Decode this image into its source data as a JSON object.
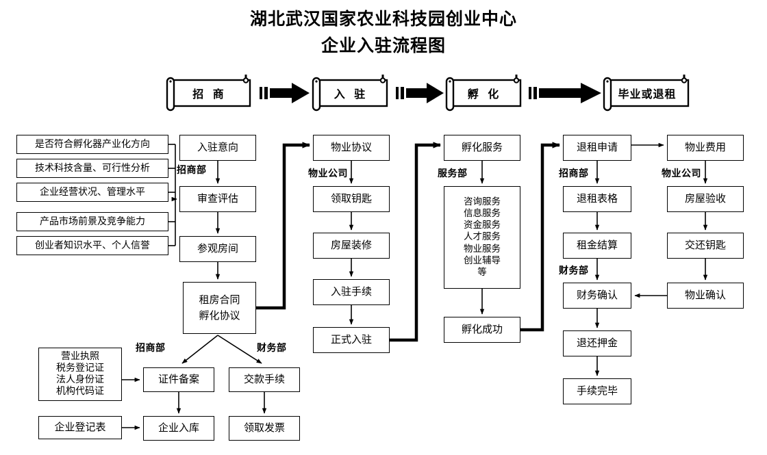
{
  "title": {
    "line1": "湖北武汉国家农业科技园创业中心",
    "line2": "企业入驻流程图"
  },
  "stages": [
    {
      "label": "招  商"
    },
    {
      "label": "入  驻"
    },
    {
      "label": "孵  化"
    },
    {
      "label": "毕业或退租"
    }
  ],
  "criteria": [
    {
      "label": "是否符合孵化器产业化方向"
    },
    {
      "label": "技术科技含量、可行性分析"
    },
    {
      "label": "企业经营状况、管理水平"
    },
    {
      "label": "产品市场前景及竞争能力"
    },
    {
      "label": "创业者知识水平、个人信誉"
    }
  ],
  "columns": {
    "zhaoshang": {
      "dept": "招商部",
      "nodes": [
        {
          "label": "入驻意向"
        },
        {
          "label": "审查评估"
        },
        {
          "label": "参观房间"
        },
        {
          "label1": "租房合同",
          "label2": "孵化协议"
        }
      ]
    },
    "ruzhu": {
      "dept": "物业公司",
      "nodes": [
        {
          "label": "物业协议"
        },
        {
          "label": "领取钥匙"
        },
        {
          "label": "房屋装修"
        },
        {
          "label": "入驻手续"
        },
        {
          "label": "正式入驻"
        }
      ]
    },
    "fuhua": {
      "dept": "服务部",
      "nodes": [
        {
          "label": "孵化服务"
        },
        {
          "label": "孵化成功"
        }
      ],
      "services": [
        "咨询服务",
        "信息服务",
        "资金服务",
        "人才服务",
        "物业服务",
        "创业辅导",
        "等"
      ]
    },
    "tuizu": {
      "dept1": "招商部",
      "dept2": "财务部",
      "nodes": [
        {
          "label": "退租申请"
        },
        {
          "label": "退租表格"
        },
        {
          "label": "租金结算"
        },
        {
          "label": "财务确认"
        },
        {
          "label": "退还押金"
        },
        {
          "label": "手续完毕"
        }
      ]
    },
    "wuye": {
      "dept": "物业公司",
      "nodes": [
        {
          "label": "物业费用"
        },
        {
          "label": "房屋验收"
        },
        {
          "label": "交还钥匙"
        },
        {
          "label": "物业确认"
        }
      ]
    }
  },
  "bottom": {
    "dept_left": "招商部",
    "dept_right": "财务部",
    "docs": [
      "营业执照",
      "税务登记证",
      "法人身份证",
      "机构代码证"
    ],
    "reg_form": "企业登记表",
    "left_nodes": [
      {
        "label": "证件备案"
      },
      {
        "label": "企业入库"
      }
    ],
    "right_nodes": [
      {
        "label": "交款手续"
      },
      {
        "label": "领取发票"
      }
    ]
  },
  "colors": {
    "line": "#000000",
    "background": "#ffffff",
    "text": "#000000"
  }
}
